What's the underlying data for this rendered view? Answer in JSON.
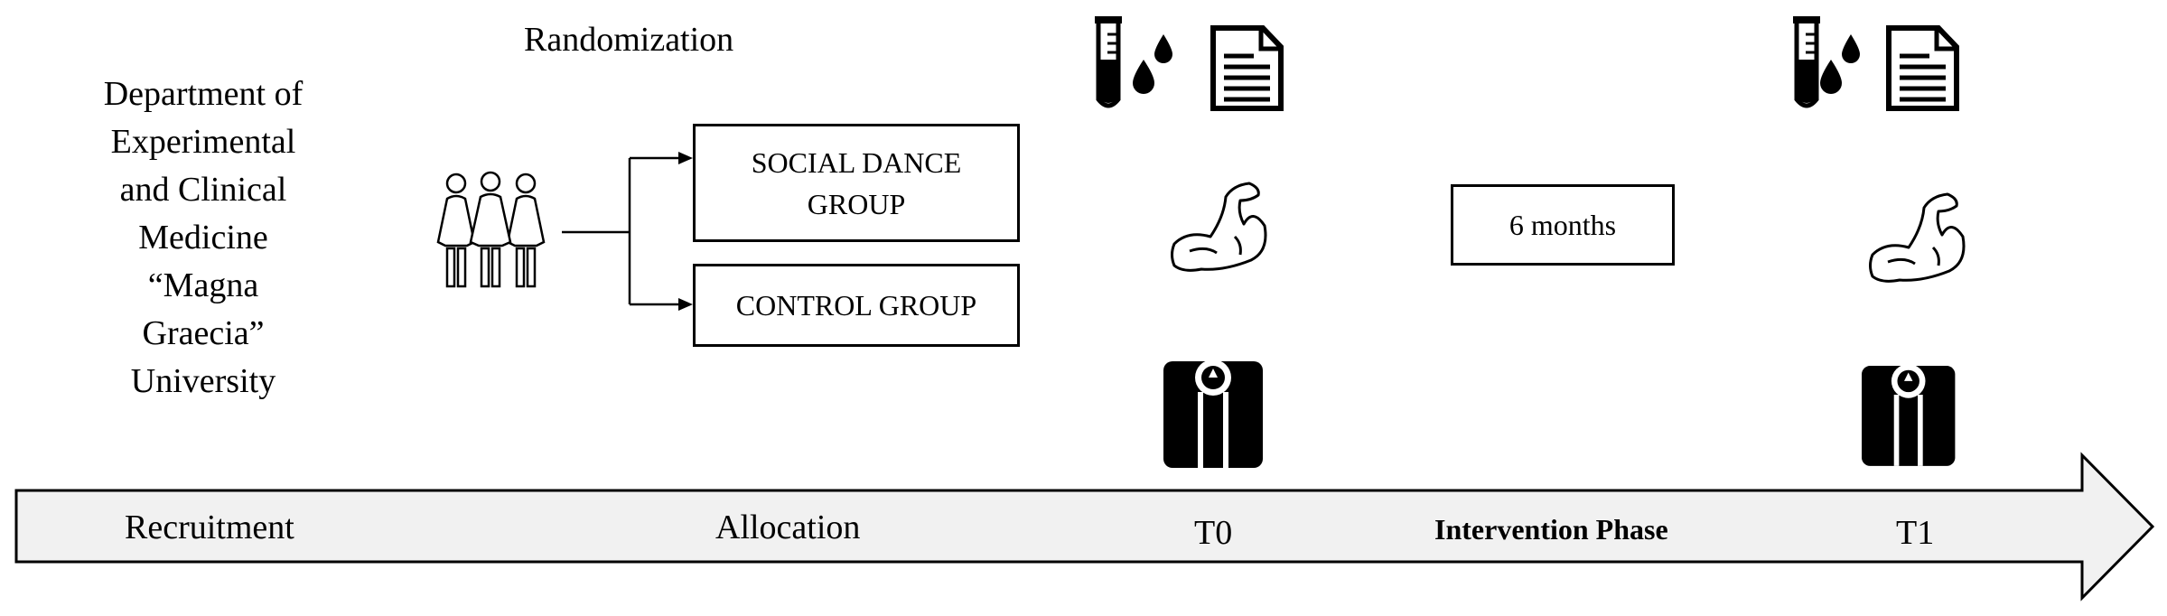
{
  "institution": {
    "lines": [
      "Department of",
      "Experimental",
      "and Clinical",
      "Medicine",
      "“Magna",
      "Graecia”",
      "University"
    ]
  },
  "randomization": {
    "title": "Randomization",
    "groups": [
      {
        "lines": [
          "SOCIAL DANCE",
          "GROUP"
        ]
      },
      {
        "lines": [
          "CONTROL GROUP"
        ]
      }
    ]
  },
  "duration": {
    "label": "6 months"
  },
  "timeline": {
    "recruitment": "Recruitment",
    "allocation": "Allocation",
    "t0": "T0",
    "intervention": "Intervention Phase",
    "t1": "T1"
  },
  "icons": [
    "people-icon",
    "test-tube-icon",
    "blood-drops-icon",
    "document-icon",
    "flexed-arm-icon",
    "weighing-scale-icon"
  ],
  "colors": {
    "arrow_fill": "#f1f1f1",
    "stroke": "#000000"
  }
}
